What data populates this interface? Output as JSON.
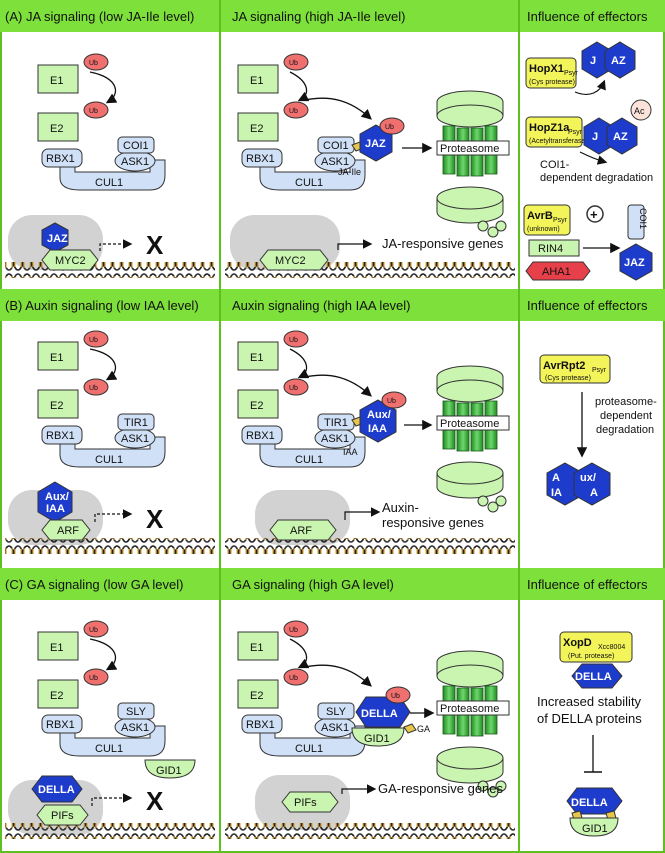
{
  "panels": [
    {
      "left_title": "(A) JA signaling (low JA-Ile level)",
      "mid_title": "JA signaling (high JA-Ile level)",
      "right_title": "Influence of effectors",
      "receptor": "COI1",
      "repressor": "JAZ",
      "repressor_split_left": "J",
      "repressor_split_right": "AZ",
      "tf": "MYC2",
      "hormone": "JA-Ile",
      "genes": "JA-responsive genes",
      "effector1_name": "HopX1",
      "effector1_sub": "Psyr",
      "effector1_type": "(Cys protease)",
      "effector2_name": "HopZ1a",
      "effector2_sub": "Psyr",
      "effector2_type": "(Acetyltransferase)",
      "ac_label": "Ac",
      "coi_dep_line1": "COI1-",
      "coi_dep_line2": "dependent degradation",
      "effector3_name": "AvrB",
      "effector3_sub": "Psyr",
      "effector3_type": "(unknown)",
      "rin4": "RIN4",
      "aha1": "AHA1",
      "plus": "+"
    },
    {
      "left_title": "(B) Auxin signaling (low IAA level)",
      "mid_title": "Auxin signaling (high IAA level)",
      "right_title": "Influence of effectors",
      "receptor": "TIR1",
      "repressor_line1": "Aux/",
      "repressor_line2": "IAA",
      "tf": "ARF",
      "hormone": "IAA",
      "genes_line1": "Auxin-",
      "genes_line2": "responsive genes",
      "effector_name": "AvrRpt2",
      "effector_sub": "Psyr",
      "effector_type": "(Cys protease)",
      "degradation_line1": "proteasome-",
      "degradation_line2": "dependent",
      "degradation_line3": "degradation",
      "split_a": "A",
      "split_ux": "ux/",
      "split_ia": "IA",
      "split_a2": "A"
    },
    {
      "left_title": "(C) GA signaling (low GA level)",
      "mid_title": "GA signaling (high GA level)",
      "right_title": "Influence of effectors",
      "receptor": "SLY",
      "repressor": "DELLA",
      "tf": "PIFs",
      "hormone": "GA",
      "gid": "GID1",
      "genes": "GA-responsive genes",
      "effector_name": "XopD",
      "effector_sub": "Xcc8004",
      "effector_type": "(Put. protease)",
      "stability_line1": "Increased stability",
      "stability_line2": "of DELLA proteins"
    }
  ],
  "common": {
    "e1": "E1",
    "e2": "E2",
    "ub": "Ub",
    "rbx1": "RBX1",
    "ask1": "ASK1",
    "cul1": "CUL1",
    "proteasome": "Proteasome",
    "blocked": "X"
  },
  "colors": {
    "header_green": "#7ee03a",
    "border_green": "#5cc021",
    "box_green": "#c9f5b0",
    "protein_blue": "#cfe0f7",
    "repressor_blue": "#1e3ccc",
    "ub_red": "#f07070",
    "effector_yellow": "#f3f35a",
    "aha_red": "#e8404a",
    "nucleus_gray": "#d2d2d2"
  }
}
